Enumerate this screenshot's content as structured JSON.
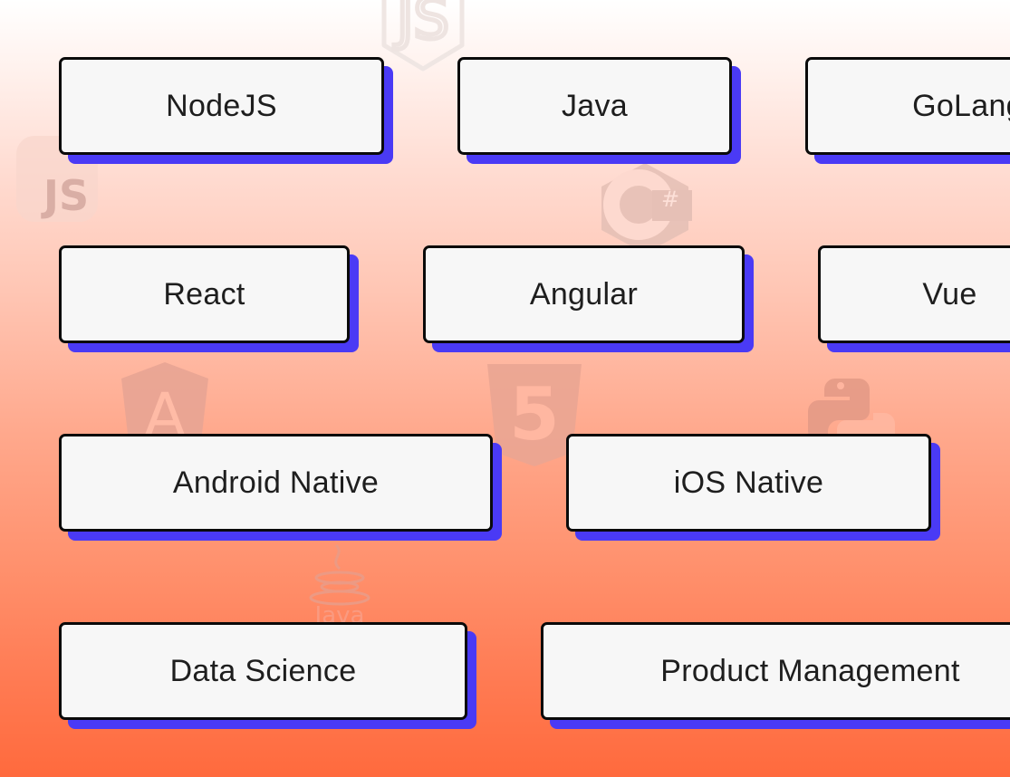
{
  "background": {
    "gradient_top": "#ffffff",
    "gradient_bottom": "#ff6a3d",
    "decorative_icons": [
      {
        "name": "nodejs-logo",
        "text": "JS"
      },
      {
        "name": "javascript-logo",
        "text": "JS"
      },
      {
        "name": "csharp-logo",
        "text": "C#"
      },
      {
        "name": "angular-logo",
        "text": "A"
      },
      {
        "name": "html5-logo",
        "text": "5"
      },
      {
        "name": "python-logo",
        "text": ""
      },
      {
        "name": "java-logo",
        "text": "Java"
      }
    ]
  },
  "theme": {
    "card_bg": "#f7f7f7",
    "card_border": "#0a0a0a",
    "card_shadow": "#4a3af5",
    "text": "#1e1e1e"
  },
  "skills": {
    "rows": [
      [
        {
          "label": "NodeJS"
        },
        {
          "label": "Java"
        },
        {
          "label": "GoLang"
        }
      ],
      [
        {
          "label": "React"
        },
        {
          "label": "Angular"
        },
        {
          "label": "Vue"
        }
      ],
      [
        {
          "label": "Android Native"
        },
        {
          "label": "iOS Native"
        }
      ],
      [
        {
          "label": "Data Science"
        },
        {
          "label": "Product Management"
        }
      ]
    ]
  }
}
